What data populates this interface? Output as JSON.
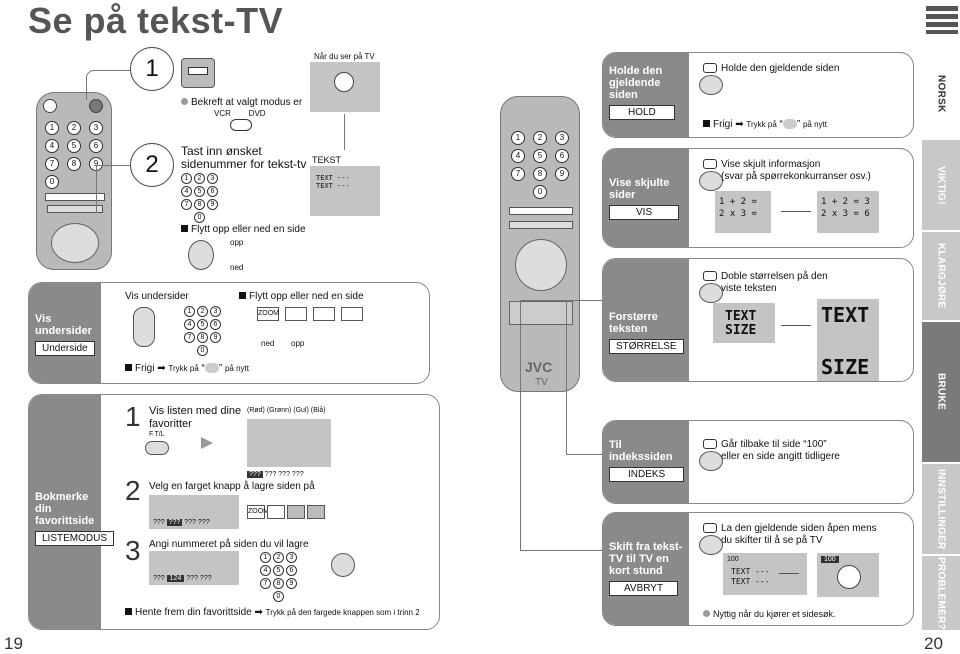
{
  "page_title": "Se på tekst-TV",
  "page_left": "19",
  "page_right": "20",
  "side_tabs": [
    "NORSK",
    "VIKTIG!",
    "KLARGJØRE",
    "BRUKE",
    "INNSTILLINGER",
    "PROBLEMER?"
  ],
  "left": {
    "step1_num": "1",
    "step1_confirm": "Bekreft at valgt modus er",
    "vcr": "VCR",
    "dvd": "DVD",
    "when_see_tv": "Når du ser på TV",
    "step2_num": "2",
    "step2_title": "Tast inn ønsket sidenummer for tekst-tv",
    "tekst": "TEKST",
    "text_line1": "TEXT ---",
    "text_line2": "TEXT ---",
    "scroll_title": "Flytt opp eller ned en side",
    "opp": "opp",
    "ned": "ned",
    "vis_undersider_tab": "Vis undersider",
    "underside_box": "Underside",
    "vis_undersider": "Vis undersider",
    "flytt2": "Flytt opp eller ned en side",
    "zoom": "ZOOM",
    "ned2": "ned",
    "opp2": "opp",
    "frigi": "Frigi",
    "trykk": "Trykk på",
    "pa_nytt": "på nytt",
    "bookmark_tab": "Bokmerke din favorittside",
    "listemodus_box": "LISTEMODUS",
    "b1_num": "1",
    "b1_text": "Vis listen med dine favoritter",
    "ftl": "F.T/L",
    "colors_label": "(Rød) (Grønn) (Gul) (Blå)",
    "q_marks": [
      "???",
      "???",
      "???",
      "???"
    ],
    "b2_num": "2",
    "b2_text": "Velg en farget knapp å lagre siden på",
    "b3_num": "3",
    "b3_text": "Angi nummeret på siden du vil lagre",
    "b3_value": "124",
    "hente": "Hente frem din favorittside",
    "hente_rest": "Trykk på den fargede knappen som i trinn 2"
  },
  "right": {
    "hold_tab": "Holde den gjeldende siden",
    "hold_box": "HOLD",
    "hold_text": "Holde den gjeldende siden",
    "frigi": "Frigi",
    "trykk": "Trykk på",
    "pa_nytt": "på nytt",
    "vis_tab": "Vise skjulte sider",
    "vis_box": "VIS",
    "vis_text1": "Vise skjult informasjon",
    "vis_text2": "(svar på spørrekonkurranser osv.)",
    "eq1_a": "1 + 2 =",
    "eq1_b": "2 x 3 =",
    "eq2_a": "1 + 2 = 3",
    "eq2_b": "2 x 3 = 6",
    "forst_tab": "Forstørre teksten",
    "forst_box": "STØRRELSE",
    "forst_text1": "Doble størrelsen på den",
    "forst_text2": "viste teksten",
    "text_small_1": "TEXT",
    "text_small_2": "SIZE",
    "text_big_1": "TEXT",
    "text_big_2": "SIZE",
    "index_tab": "Til indekssiden",
    "index_box": "INDEKS",
    "index_text1": "Går tilbake til side “100”",
    "index_text2": "eller en side angitt tidligere",
    "skift_tab": "Skift fra tekst-TV til TV en kort stund",
    "skift_box": "AVBRYT",
    "skift_text1": "La den gjeldende siden åpen mens",
    "skift_text2": "du skifter til å se på TV",
    "screen_num": "100",
    "screen_text1": "TEXT ---",
    "screen_text2": "TEXT ---",
    "nyttig": "Nyttig når du kjører et sidesøk.",
    "jvc": "JVC",
    "tv": "TV"
  },
  "colors": {
    "tab_gray": "#8a8a8a",
    "side_dark": "#7a7a7a",
    "side_light": "#c8c8c8"
  }
}
